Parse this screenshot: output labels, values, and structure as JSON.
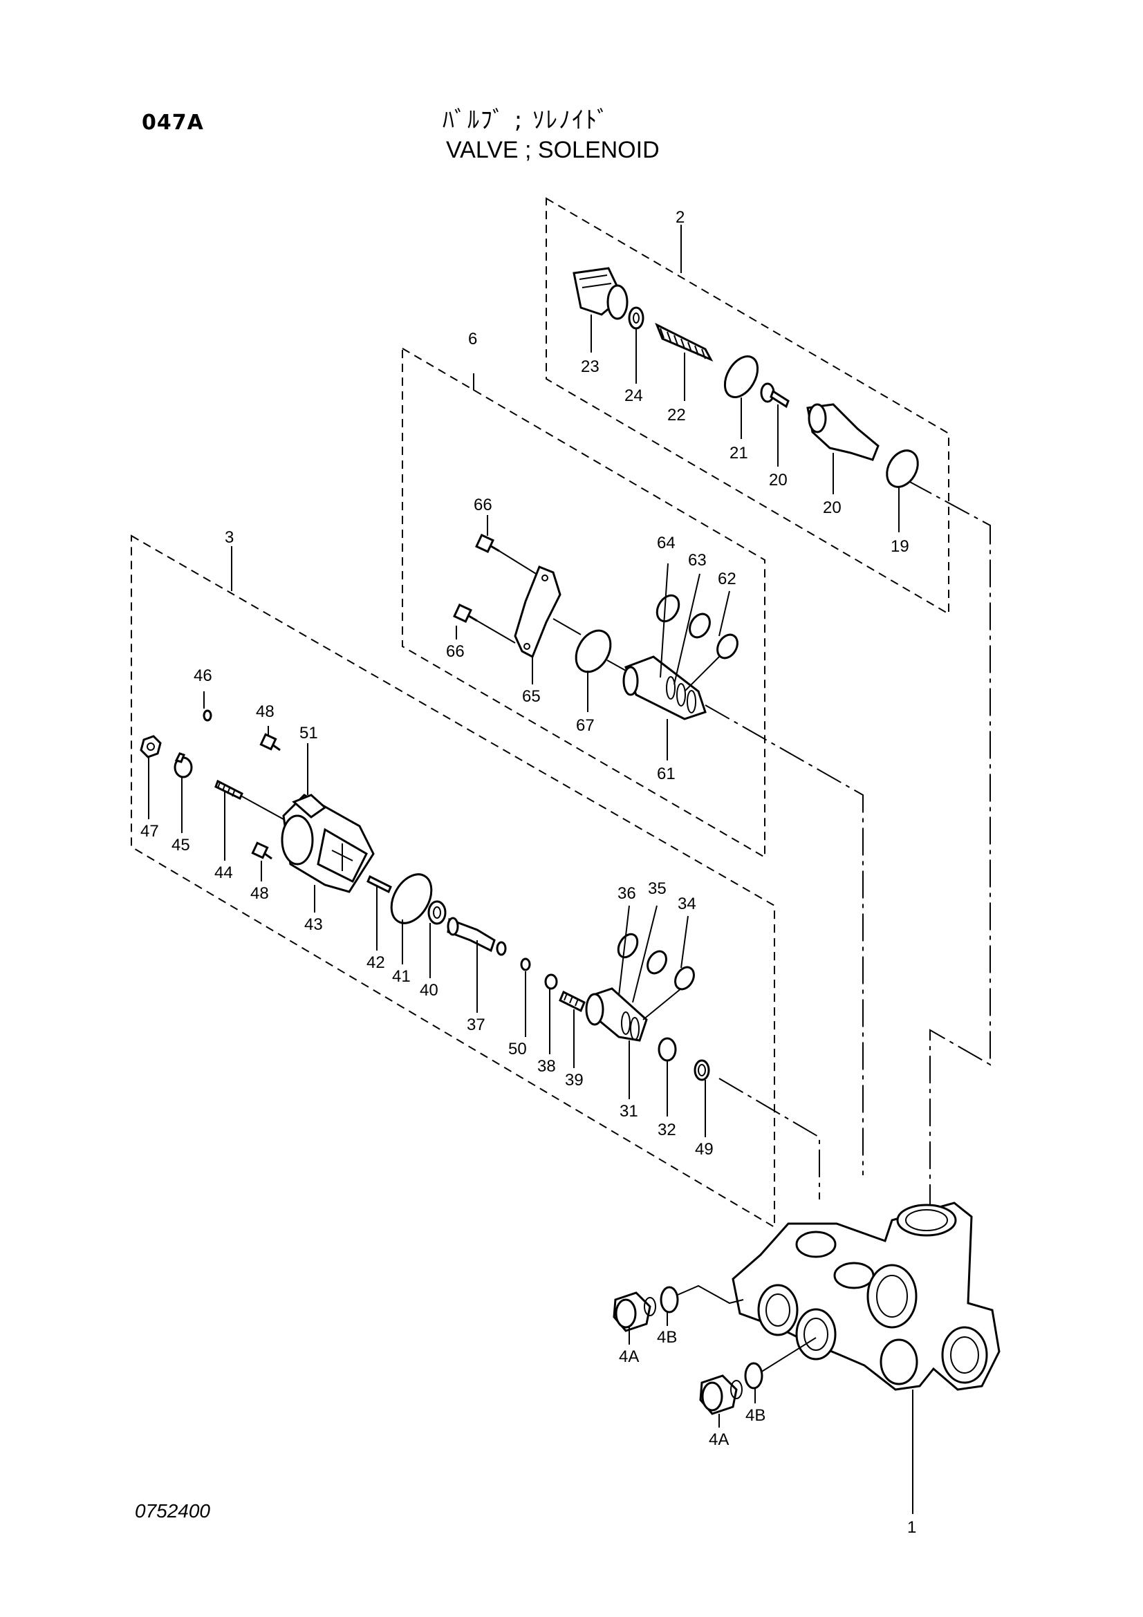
{
  "header": {
    "page_code": "047A",
    "title_jp": "ﾊﾞﾙﾌﾞ ; ｿﾚﾉｲﾄﾞ",
    "title_en": "VALVE ; SOLENOID"
  },
  "footer": {
    "drawing_number": "0752400"
  },
  "callouts": [
    {
      "id": "c-2",
      "text": "2"
    },
    {
      "id": "c-23",
      "text": "23"
    },
    {
      "id": "c-24",
      "text": "24"
    },
    {
      "id": "c-22",
      "text": "22"
    },
    {
      "id": "c-21",
      "text": "21"
    },
    {
      "id": "c-20a",
      "text": "20"
    },
    {
      "id": "c-20b",
      "text": "20"
    },
    {
      "id": "c-19",
      "text": "19"
    },
    {
      "id": "c-6",
      "text": "6"
    },
    {
      "id": "c-66a",
      "text": "66"
    },
    {
      "id": "c-66b",
      "text": "66"
    },
    {
      "id": "c-64",
      "text": "64"
    },
    {
      "id": "c-63",
      "text": "63"
    },
    {
      "id": "c-62",
      "text": "62"
    },
    {
      "id": "c-65",
      "text": "65"
    },
    {
      "id": "c-67",
      "text": "67"
    },
    {
      "id": "c-61",
      "text": "61"
    },
    {
      "id": "c-3",
      "text": "3"
    },
    {
      "id": "c-46",
      "text": "46"
    },
    {
      "id": "c-48a",
      "text": "48"
    },
    {
      "id": "c-51",
      "text": "51"
    },
    {
      "id": "c-47",
      "text": "47"
    },
    {
      "id": "c-45",
      "text": "45"
    },
    {
      "id": "c-44",
      "text": "44"
    },
    {
      "id": "c-48b",
      "text": "48"
    },
    {
      "id": "c-43",
      "text": "43"
    },
    {
      "id": "c-42",
      "text": "42"
    },
    {
      "id": "c-41",
      "text": "41"
    },
    {
      "id": "c-40",
      "text": "40"
    },
    {
      "id": "c-37",
      "text": "37"
    },
    {
      "id": "c-50",
      "text": "50"
    },
    {
      "id": "c-38",
      "text": "38"
    },
    {
      "id": "c-39",
      "text": "39"
    },
    {
      "id": "c-36",
      "text": "36"
    },
    {
      "id": "c-35",
      "text": "35"
    },
    {
      "id": "c-34",
      "text": "34"
    },
    {
      "id": "c-31",
      "text": "31"
    },
    {
      "id": "c-32",
      "text": "32"
    },
    {
      "id": "c-49",
      "text": "49"
    },
    {
      "id": "c-4A-a",
      "text": "4A"
    },
    {
      "id": "c-4B-a",
      "text": "4B"
    },
    {
      "id": "c-4A-b",
      "text": "4A"
    },
    {
      "id": "c-4B-b",
      "text": "4B"
    },
    {
      "id": "c-1",
      "text": "1"
    }
  ]
}
